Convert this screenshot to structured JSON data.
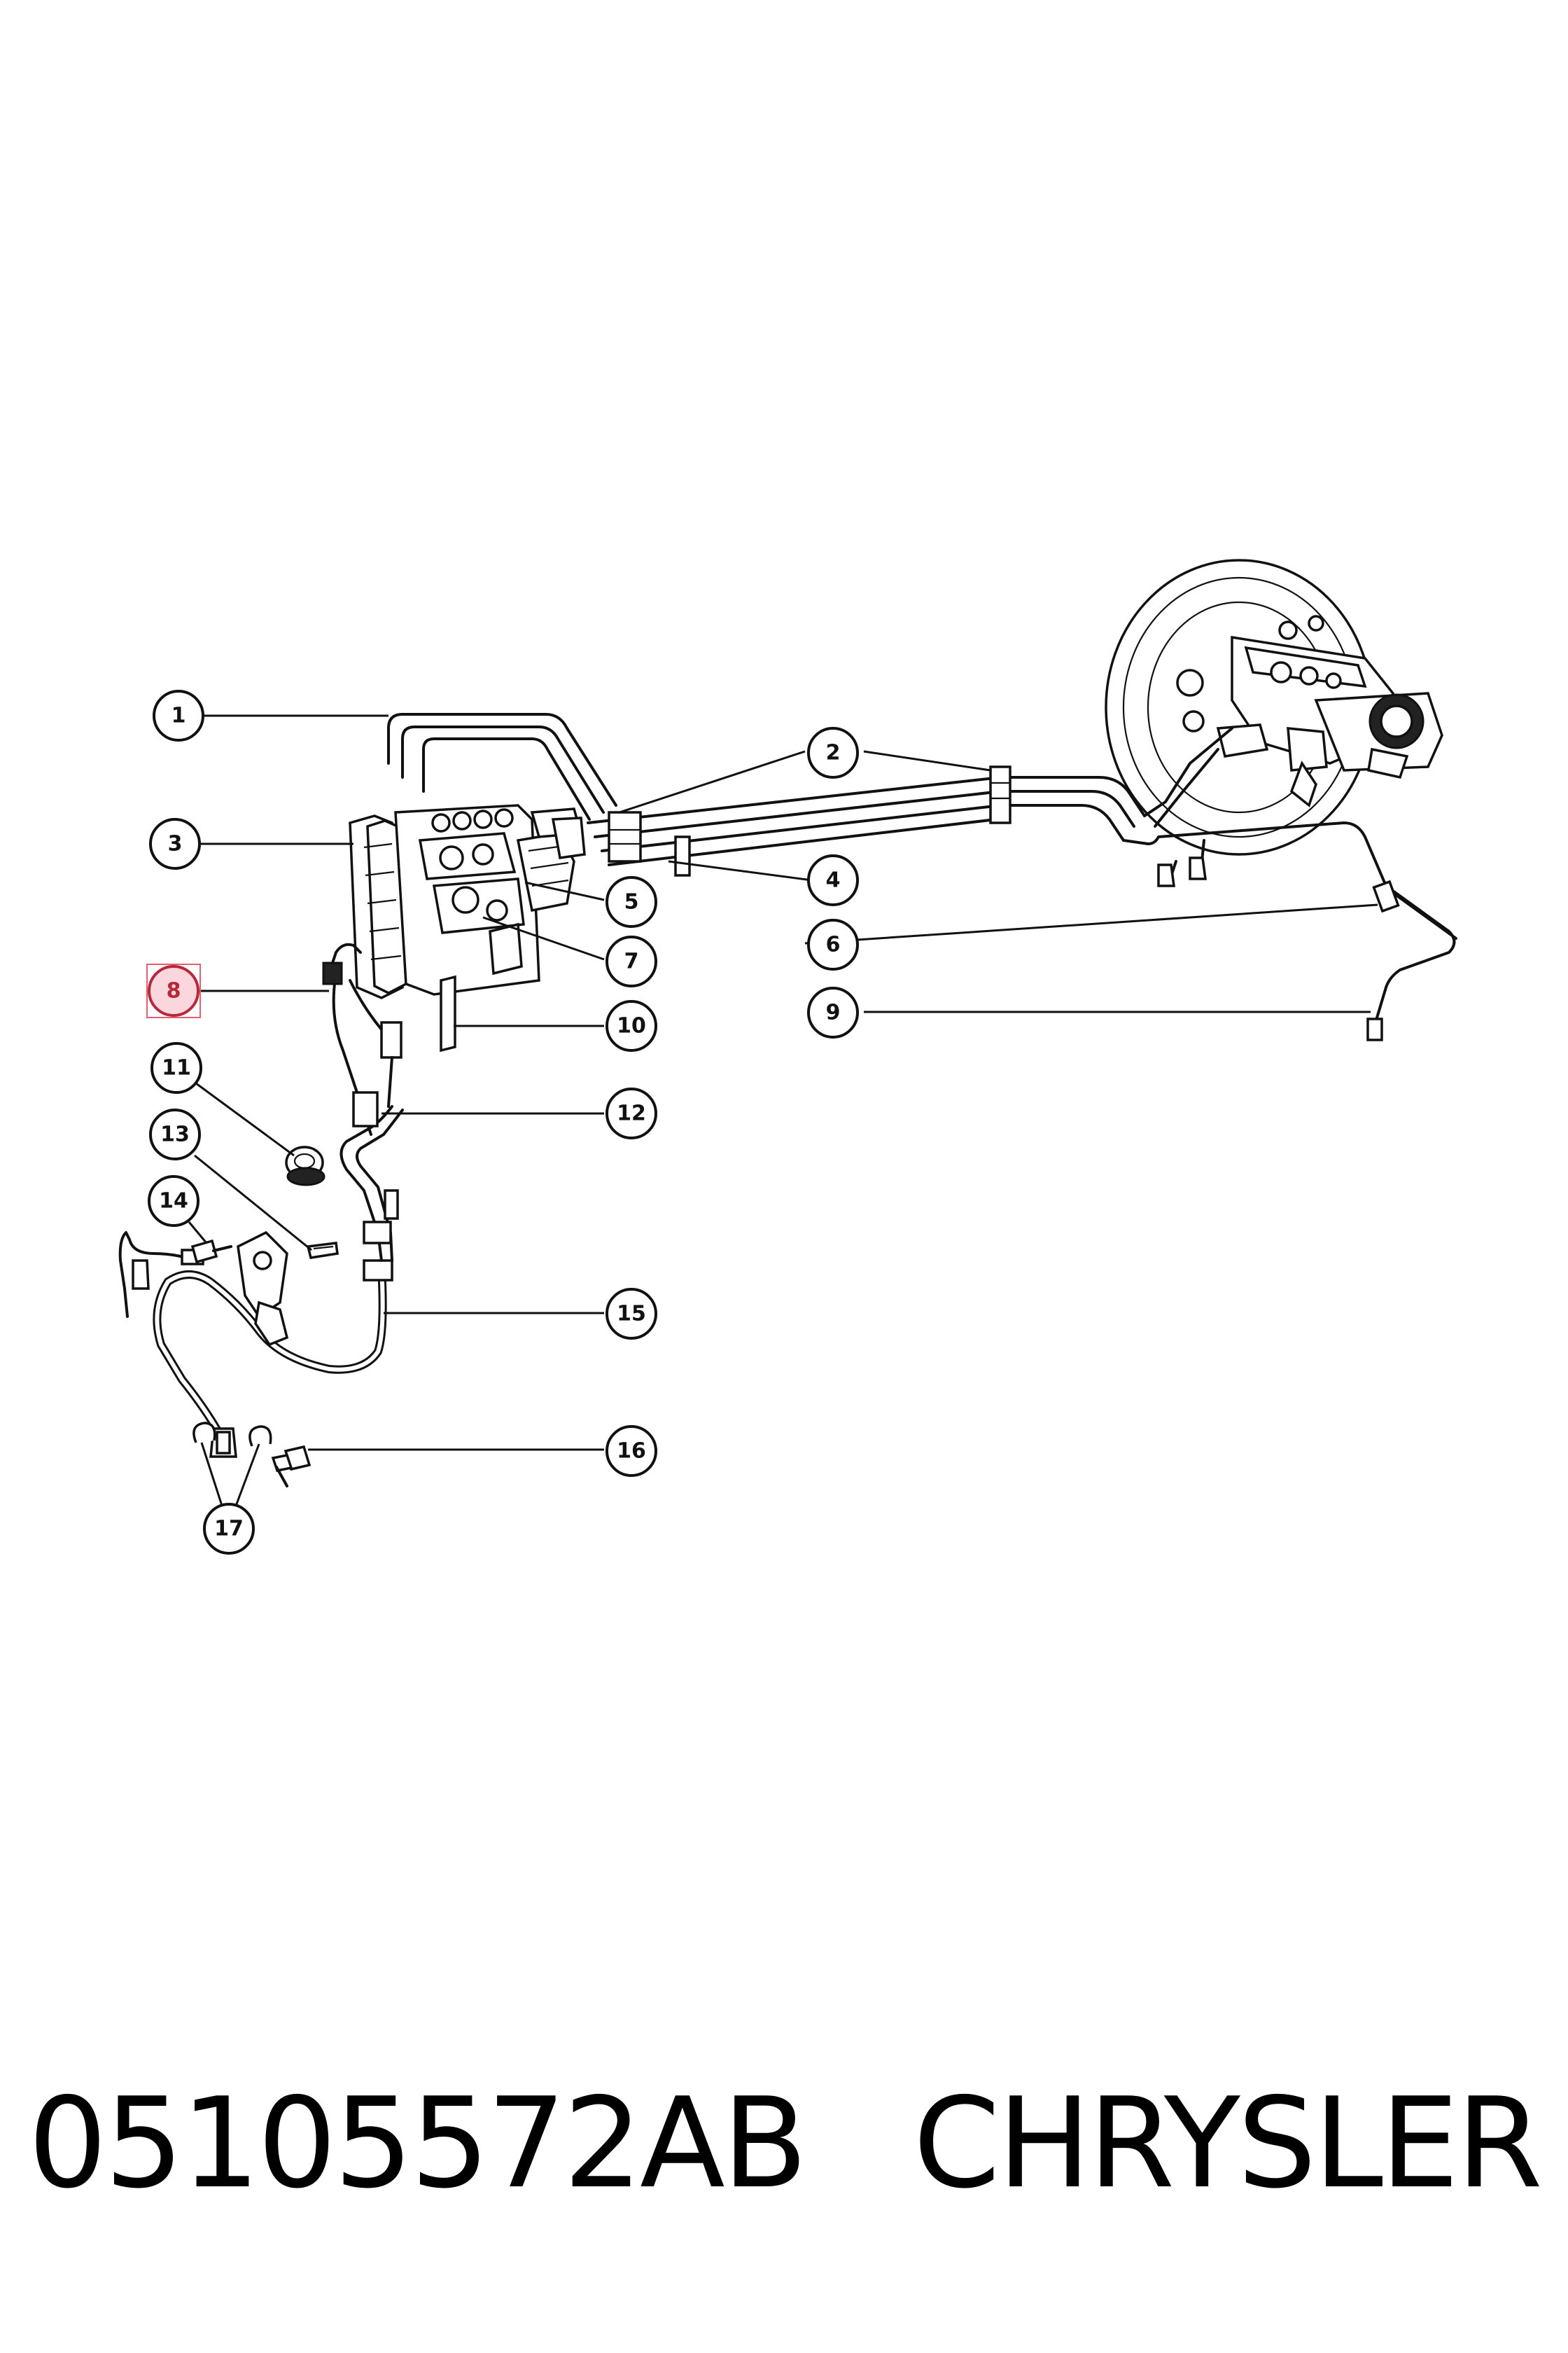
{
  "diagram": {
    "callouts": [
      {
        "id": "1",
        "label": "1"
      },
      {
        "id": "2",
        "label": "2"
      },
      {
        "id": "3",
        "label": "3"
      },
      {
        "id": "4",
        "label": "4"
      },
      {
        "id": "5",
        "label": "5"
      },
      {
        "id": "6",
        "label": "6"
      },
      {
        "id": "7",
        "label": "7"
      },
      {
        "id": "8",
        "label": "8",
        "highlighted": true
      },
      {
        "id": "9",
        "label": "9"
      },
      {
        "id": "10",
        "label": "10"
      },
      {
        "id": "11",
        "label": "11"
      },
      {
        "id": "12",
        "label": "12"
      },
      {
        "id": "13",
        "label": "13"
      },
      {
        "id": "14",
        "label": "14"
      },
      {
        "id": "15",
        "label": "15"
      },
      {
        "id": "16",
        "label": "16"
      },
      {
        "id": "17",
        "label": "17"
      }
    ],
    "highlight_color": "#f9d7dc",
    "highlight_stroke": "#b6283a"
  },
  "caption": {
    "part_number": "05105572AB",
    "brand": "CHRYSLER"
  }
}
